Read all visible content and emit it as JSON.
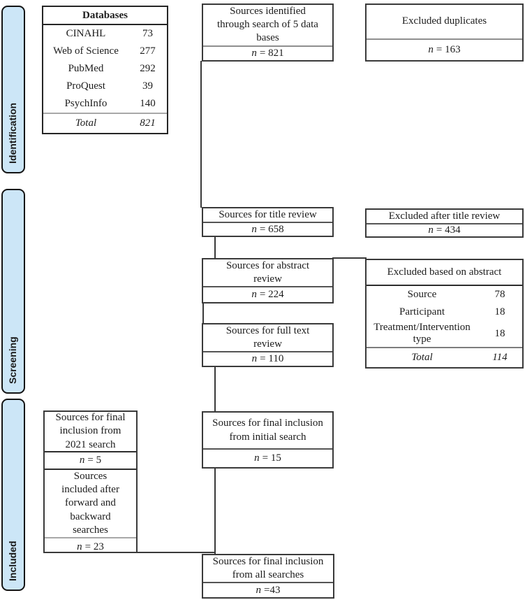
{
  "colors": {
    "stage_fill": "#cce6f7",
    "stage_border": "#141414",
    "box_border": "#3a3a3a",
    "divider_gray": "#8f8f8f"
  },
  "sidebar": {
    "items": [
      {
        "label": "Identification"
      },
      {
        "label": "Screening"
      },
      {
        "label": "Included"
      }
    ]
  },
  "databases_table": {
    "header": "Databases",
    "rows": [
      {
        "name": "CINAHL",
        "count": "73"
      },
      {
        "name": "Web of Science",
        "count": "277"
      },
      {
        "name": "PubMed",
        "count": "292"
      },
      {
        "name": "ProQuest",
        "count": "39"
      },
      {
        "name": "PsychInfo",
        "count": "140"
      }
    ],
    "total": {
      "name": "Total",
      "count": "821"
    }
  },
  "boxes": {
    "identified": {
      "label": "Sources identified through search of 5 data bases",
      "n_label": "n",
      "n_value": "= 821"
    },
    "excluded_duplicates": {
      "label": "Excluded duplicates",
      "n_label": "n",
      "n_value": "= 163"
    },
    "title_review": {
      "label": "Sources for title review",
      "n_label": "n",
      "n_value": "= 658"
    },
    "excluded_title": {
      "label": "Excluded after title review",
      "n_label": "n",
      "n_value": "= 434"
    },
    "abstract_review": {
      "label": "Sources for abstract review",
      "n_label": "n",
      "n_value": "= 224"
    },
    "excluded_abstract": {
      "header": "Excluded based on abstract",
      "rows": [
        {
          "name": "Source",
          "count": "78"
        },
        {
          "name": "Participant",
          "count": "18"
        },
        {
          "name": "Treatment/Intervention type",
          "count": "18"
        }
      ],
      "total": {
        "name": "Total",
        "count": "114"
      }
    },
    "full_text_review": {
      "label": "Sources for full text review",
      "n_label": "n",
      "n_value": "= 110"
    },
    "final_2021": {
      "label_top": "Sources for final inclusion from 2021 search",
      "n1_label": "n",
      "n1_value": "= 5",
      "label_bottom": "Sources included after forward and backward searches",
      "n2_label": "n",
      "n2_value": "= 23"
    },
    "final_initial": {
      "label": "Sources for final inclusion from initial search",
      "n_label": "n",
      "n_value": "= 15"
    },
    "final_all": {
      "label": "Sources for final inclusion from all searches",
      "n_label": "n",
      "n_value": "=43"
    }
  }
}
